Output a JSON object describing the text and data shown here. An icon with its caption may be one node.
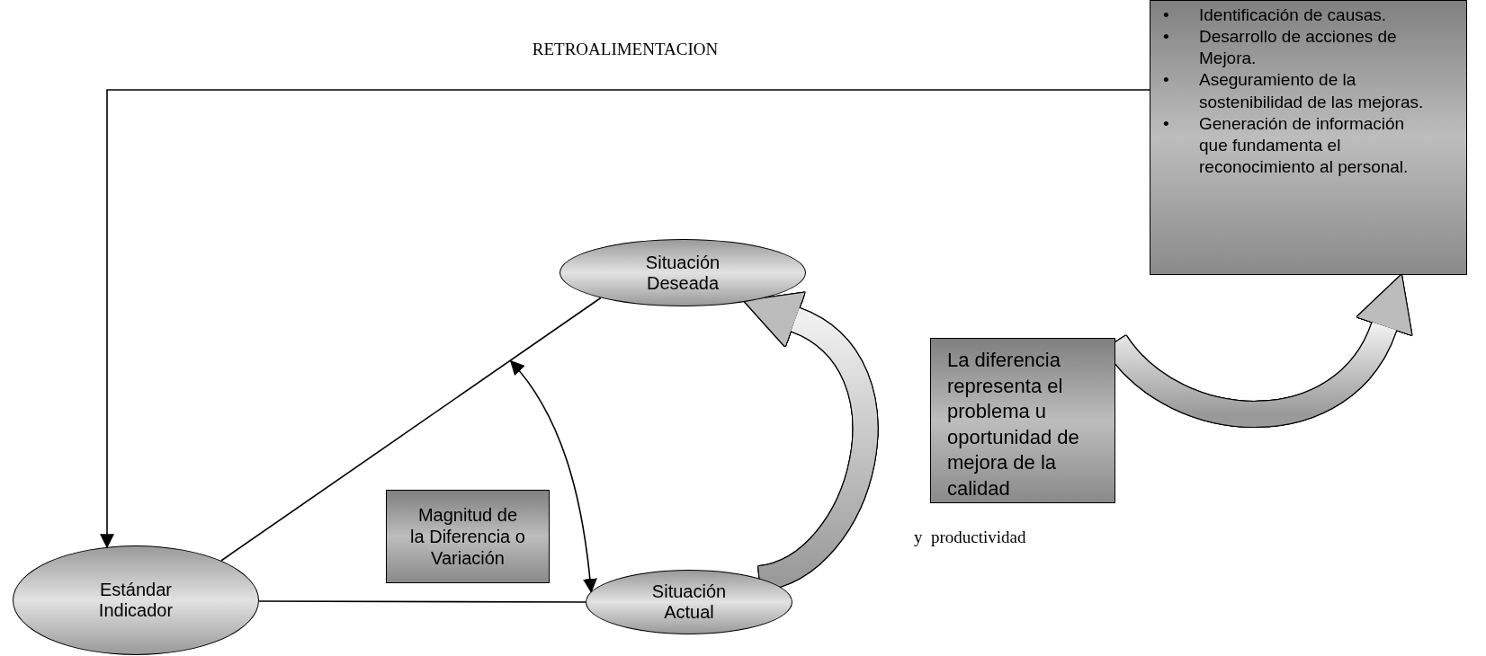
{
  "diagram": {
    "nodes": [
      {
        "text": [
          "• Identificación de causas.",
          "• Desarrollo de acciones de Mejora.",
          "• Aseguramiento de la sostenibilidad de las mejoras.",
          "• Generación de información que fundamenta el reconocimiento al personal."
        ]
      },
      {
        "text": [
          "Situación Deseada"
        ]
      },
      {
        "text": [
          "La diferencia representa el problema u oportunidad de mejora de la calidad"
        ],
        "beside": [
          "y  productividad"
        ]
      },
      {
        "text": [
          "Magnitud de la Diferencia o Variación"
        ]
      },
      {
        "text": [
          "Estándar Indicador"
        ]
      },
      {
        "text": [
          "Situación Actual"
        ]
      }
    ],
    "edges": [
      {
        "from": 0,
        "to": 4,
        "arrow": "to",
        "label": "RETROALIMENTACION"
      },
      {
        "from": 4,
        "to": 1,
        "arrow": "none"
      },
      {
        "from": 4,
        "to": 5,
        "arrow": "none"
      },
      {
        "from": null,
        "to": 5,
        "arrow": "both"
      },
      {
        "from": 5,
        "to": 1,
        "arrow": "to",
        "style": "thick"
      },
      {
        "from": 2,
        "to": 0,
        "arrow": "to",
        "style": "thick"
      }
    ]
  }
}
